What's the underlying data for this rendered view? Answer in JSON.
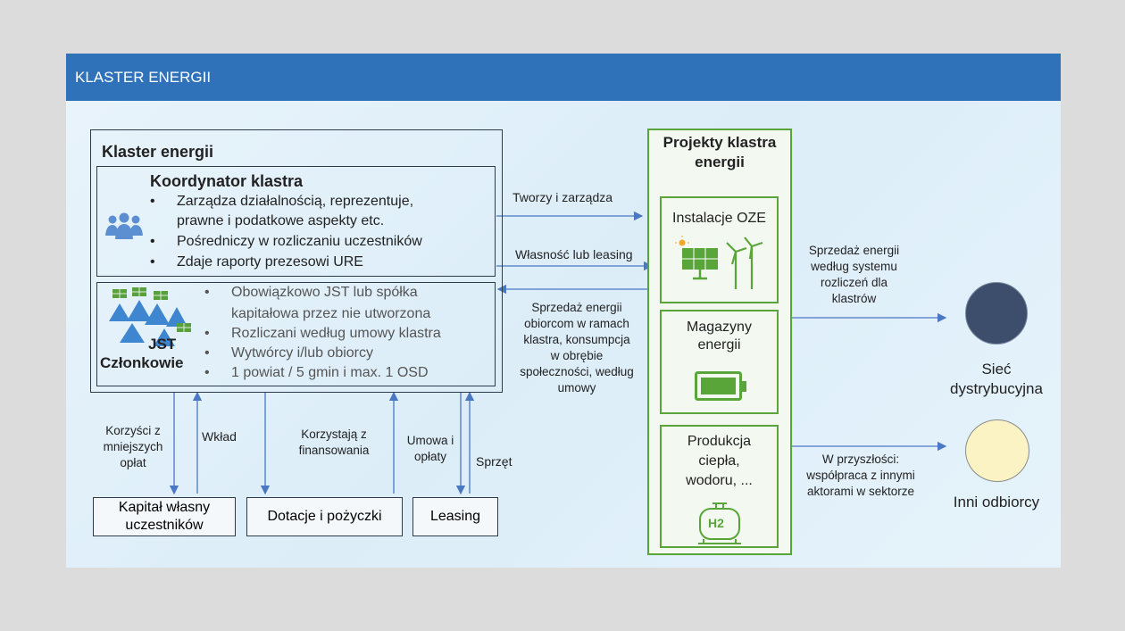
{
  "banner": {
    "title": "KLASTER ENERGII"
  },
  "cluster": {
    "title": "Klaster energii",
    "coordinator": {
      "title": "Koordynator klastra",
      "icon": "people-icon",
      "bullets": [
        "Zarządza działalnością, reprezentuje,",
        "prawne i podatkowe aspekty etc.",
        "Pośredniczy w rozliczaniu uczestników",
        "Zdaje raporty prezesowi URE"
      ]
    },
    "members": {
      "label_line1": "JST",
      "label_line2": "Członkowie",
      "icon": "community-solar-icon",
      "bullets": [
        "Obowiązkowo JST lub spółka",
        "kapitałowa przez nie utworzona",
        "Rozliczani według umowy klastra",
        "Wytwórcy i/lub obiorcy",
        "1 powiat / 5 gmin  i max. 1 OSD"
      ]
    }
  },
  "flows": {
    "tworzy": "Tworzy i zarządza",
    "wlasnosc": "Własność lub leasing",
    "sprzedaz_line1": "Sprzedaż energii",
    "sprzedaz_line2": "obiorcom w ramach",
    "sprzedaz_line3": "klastra, konsumpcja",
    "sprzedaz_line4": "w obrębie",
    "sprzedaz_line5": "społeczności, według",
    "sprzedaz_line6": "umowy",
    "korzysci_line1": "Korzyści z",
    "korzysci_line2": "mniejszych",
    "korzysci_line3": "opłat",
    "wklad": "Wkład",
    "korzystaja_line1": "Korzystają z",
    "korzystaja_line2": "finansowania",
    "umowa_line1": "Umowa i",
    "umowa_line2": "opłaty",
    "sprzet": "Sprzęt",
    "siec_flow_line1": "Sprzedaż energii",
    "siec_flow_line2": "według systemu",
    "siec_flow_line3": "rozliczeń dla",
    "siec_flow_line4": "klastrów",
    "future_line1": "W przyszłości:",
    "future_line2": "współpraca z innymi",
    "future_line3": "aktorami w sektorze"
  },
  "funding": {
    "kapital_line1": "Kapitał własny",
    "kapital_line2": "uczestników",
    "dotacje": "Dotacje i pożyczki",
    "leasing": "Leasing"
  },
  "projects": {
    "title_line1": "Projekty klastra",
    "title_line2": "energii",
    "oze": "Instalacje OZE",
    "magazyny_line1": "Magazyny",
    "magazyny_line2": "energii",
    "produkcja_line1": "Produkcja",
    "produkcja_line2": "ciepła,",
    "produkcja_line3": "wodoru, ...",
    "h2_label": "H2"
  },
  "endpoints": {
    "siec_line1": "Sieć",
    "siec_line2": "dystrybucyjna",
    "inni": "Inni odbiorcy"
  },
  "colors": {
    "banner": "#2f72b9",
    "green": "#5aa53a",
    "arrow": "#4a78c2",
    "siec_circle": "#3c4e6b",
    "inni_circle": "#fbf3c4"
  }
}
